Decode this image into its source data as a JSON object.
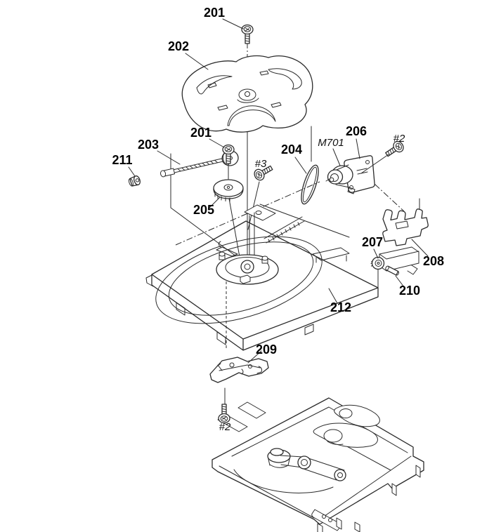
{
  "diagram": {
    "type": "exploded-parts-diagram",
    "colors": {
      "background": "#ffffff",
      "line": "#2b2b2b",
      "label": "#000000"
    },
    "callouts": [
      {
        "ref": "201"
      },
      {
        "ref": "202"
      },
      {
        "ref": "201"
      },
      {
        "ref": "203"
      },
      {
        "ref": "211"
      },
      {
        "ref": "205"
      },
      {
        "ref": "#3"
      },
      {
        "ref": "204"
      },
      {
        "ref": "M701"
      },
      {
        "ref": "206"
      },
      {
        "ref": "#2"
      },
      {
        "ref": "207"
      },
      {
        "ref": "208"
      },
      {
        "ref": "210"
      },
      {
        "ref": "212"
      },
      {
        "ref": "209"
      },
      {
        "ref": "#2"
      }
    ]
  }
}
